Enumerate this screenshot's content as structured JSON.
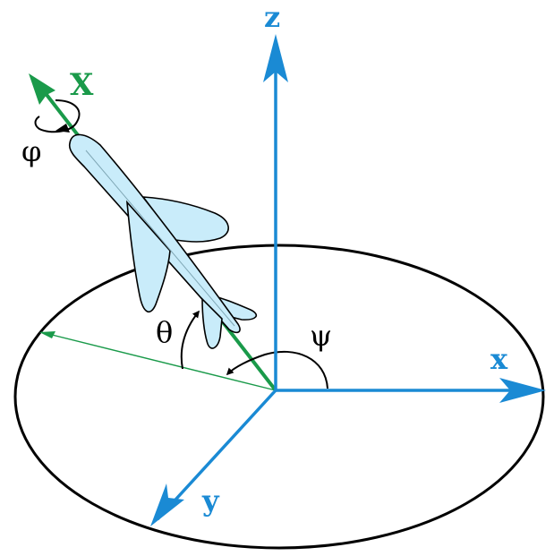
{
  "labels": {
    "z_axis": "z",
    "x_axis": "x",
    "y_axis": "y",
    "body_x_axis": "X",
    "roll_angle": "φ",
    "pitch_angle": "θ",
    "yaw_angle": "ψ"
  },
  "colors": {
    "world_axes": "#1a8ad4",
    "body_axis": "#1a9a4a",
    "aircraft_fill": "#c9ecfa",
    "outline": "#000000"
  }
}
